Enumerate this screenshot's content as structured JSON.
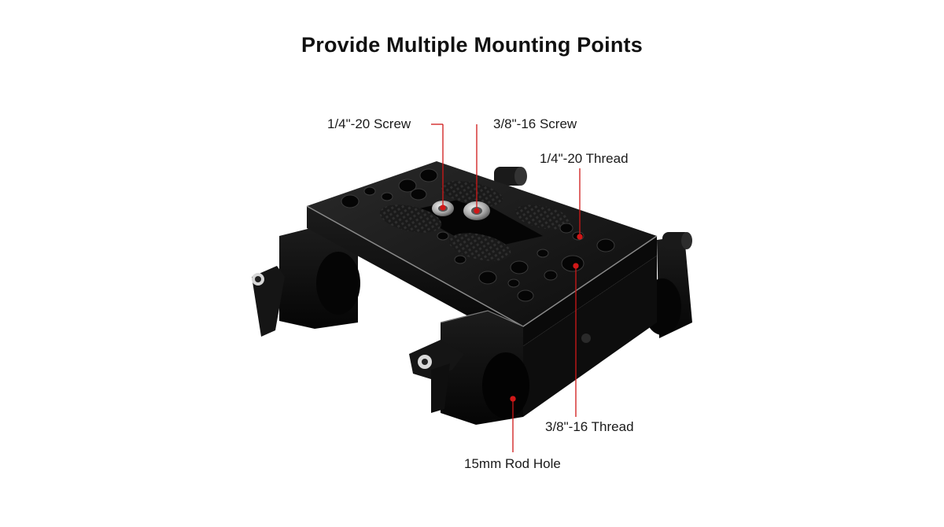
{
  "title": "Provide Multiple Mounting Points",
  "callouts": {
    "screw_quarter": "1/4\"-20 Screw",
    "screw_three_eighths": "3/8\"-16 Screw",
    "thread_quarter": "1/4\"-20 Thread",
    "thread_three_eighths": "3/8\"-16 Thread",
    "rod_hole": "15mm Rod Hole"
  },
  "colors": {
    "accent": "#d01818",
    "body": "#111111",
    "edge": "#8a8a8a"
  }
}
